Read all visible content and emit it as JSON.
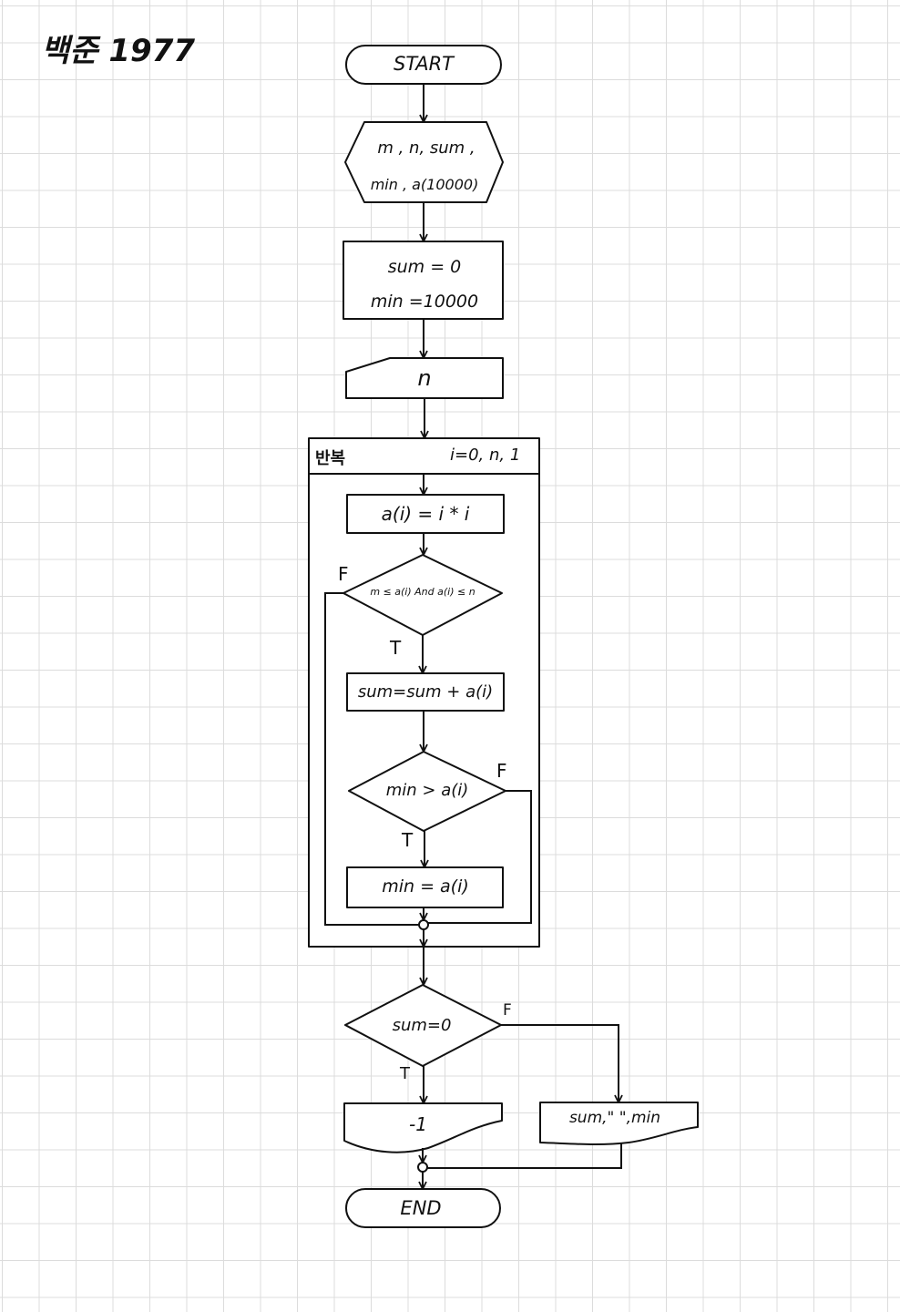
{
  "title": "백준 1977",
  "nodes": {
    "start": "START",
    "declare_line1": "m , n, sum ,",
    "declare_line2": "min , a(10000)",
    "init_line1": "sum = 0",
    "init_line2": "min =10000",
    "input": "n",
    "loop_title": "반복",
    "loop_range": "i=0, n, 1",
    "assign_a": "a(i) = i * i",
    "cond_range": "m ≤ a(i) And a(i) ≤ n",
    "sum_update": "sum=sum + a(i)",
    "cond_min": "min > a(i)",
    "min_update": "min = a(i)",
    "cond_sum": "sum=0",
    "out_neg": "-1",
    "out_result": "sum,\" \",min",
    "end": "END"
  },
  "branch_labels": {
    "range_false": "F",
    "range_true": "T",
    "min_false": "F",
    "min_true": "T",
    "sum_false": "F",
    "sum_true": "T"
  }
}
